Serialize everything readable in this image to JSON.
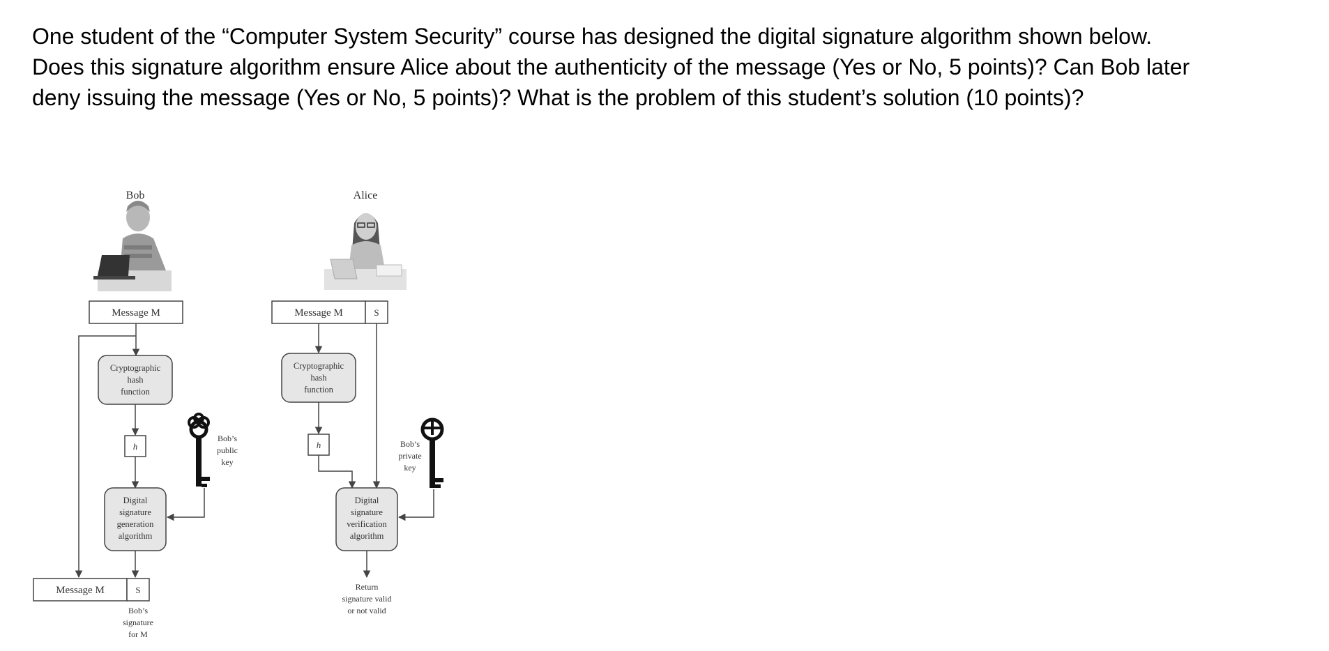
{
  "question": {
    "lines": [
      "One student of the “Computer System Security” course has designed the digital signature algorithm shown below.",
      "Does this signature algorithm ensure Alice about the authenticity of the message (Yes or No, 5 points)? Can Bob later",
      "deny issuing the message (Yes or No, 5 points)? What is the problem of this student’s solution (10 points)?"
    ]
  },
  "diagram": {
    "bob": {
      "name": "Bob",
      "message_label": "Message M",
      "hash_label": [
        "Cryptographic",
        "hash",
        "function"
      ],
      "h_label": "h",
      "sig_gen_label": [
        "Digital",
        "signature",
        "generation",
        "algorithm"
      ],
      "key_label": [
        "Bob’s",
        "public",
        "key"
      ],
      "out_message_label": "Message M",
      "out_s_label": "S",
      "signature_caption": [
        "Bob’s",
        "signature",
        "for M"
      ]
    },
    "alice": {
      "name": "Alice",
      "message_label": "Message M",
      "s_label": "S",
      "hash_label": [
        "Cryptographic",
        "hash",
        "function"
      ],
      "h_label": "h",
      "sig_ver_label": [
        "Digital",
        "signature",
        "verification",
        "algorithm"
      ],
      "key_label": [
        "Bob’s",
        "private",
        "key"
      ],
      "result_label": [
        "Return",
        "signature valid",
        "or not valid"
      ]
    },
    "colors": {
      "box_fill": "#e6e6e6",
      "line": "#444444",
      "key": "#111111",
      "figure_gray": "#9a9a9a"
    }
  }
}
